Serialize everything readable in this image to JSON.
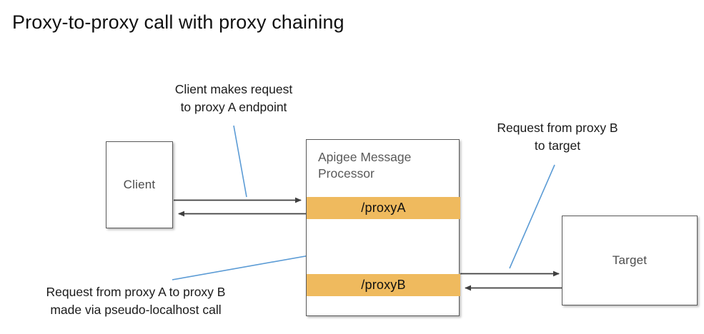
{
  "title": "Proxy-to-proxy call with proxy chaining",
  "nodes": {
    "client": {
      "label": "Client"
    },
    "target": {
      "label": "Target"
    },
    "message_processor": {
      "title": "Apigee Message\nProcessor",
      "bands": [
        {
          "label": "/proxyA"
        },
        {
          "label": "/proxyB"
        }
      ]
    }
  },
  "annotations": [
    {
      "text": "Client makes request\nto proxy A endpoint"
    },
    {
      "text": "Request from proxy B\nto target"
    },
    {
      "text": "Request from proxy A to proxy B\nmade via pseudo-localhost call"
    }
  ],
  "colors": {
    "band_orange": "#efba5e",
    "leader_blue": "#5b9bd5",
    "box_border": "#595959",
    "arrow": "#3f3f3f",
    "background": "#ffffff"
  },
  "connectors": [
    {
      "name": "client-to-proxya",
      "direction": "right"
    },
    {
      "name": "proxya-to-client",
      "direction": "left"
    },
    {
      "name": "proxya-to-proxyb",
      "direction": "down"
    },
    {
      "name": "proxyb-to-proxya",
      "direction": "up"
    },
    {
      "name": "proxyb-to-target",
      "direction": "right"
    },
    {
      "name": "target-to-proxyb",
      "direction": "left"
    }
  ]
}
